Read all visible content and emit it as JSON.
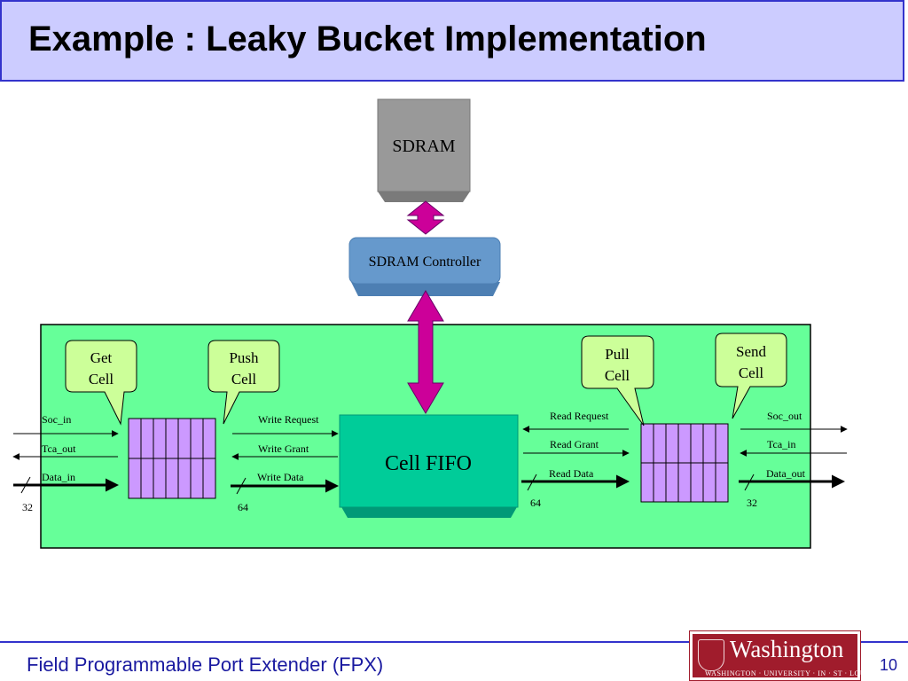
{
  "slide": {
    "title": "Example : Leaky Bucket Implementation",
    "footer": "Field Programmable Port Extender (FPX)",
    "page_number": "10"
  },
  "logo": {
    "name": "Washington",
    "subtitle": "WASHINGTON · UNIVERSITY · IN · ST · LOUIS"
  },
  "diagram": {
    "sdram": "SDRAM",
    "sdram_controller": "SDRAM Controller",
    "cell_fifo": "Cell FIFO",
    "callouts": {
      "get_cell": [
        "Get",
        "Cell"
      ],
      "push_cell": [
        "Push",
        "Cell"
      ],
      "pull_cell": [
        "Pull",
        "Cell"
      ],
      "send_cell": [
        "Send",
        "Cell"
      ]
    },
    "left_signals": {
      "soc_in": "Soc_in",
      "tca_out": "Tca_out",
      "data_in": "Data_in",
      "width": "32"
    },
    "mid_left_signals": {
      "write_request": "Write Request",
      "write_grant": "Write Grant",
      "write_data": "Write Data",
      "width": "64"
    },
    "mid_right_signals": {
      "read_request": "Read Request",
      "read_grant": "Read Grant",
      "read_data": "Read Data",
      "width": "64"
    },
    "right_signals": {
      "soc_out": "Soc_out",
      "tca_in": "Tca_in",
      "data_out": "Data_out",
      "width": "32"
    }
  },
  "colors": {
    "title_bg": "#ccccff",
    "board_bg": "#66ff99",
    "fifo": "#00cc99",
    "controller": "#6699cc",
    "sdram": "#999999",
    "callout": "#ccff99",
    "buffer": "#cc99ff",
    "connector": "#cc0099"
  }
}
